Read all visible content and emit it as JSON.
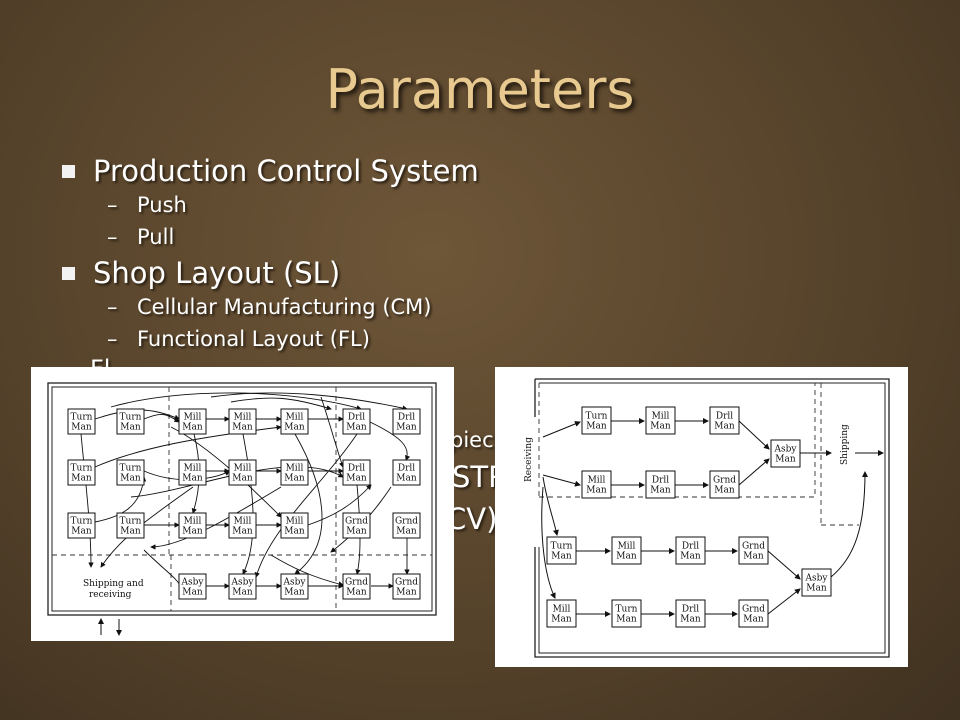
{
  "slide": {
    "title": "Parameters",
    "bullets": [
      {
        "label": "Production Control System",
        "subs": [
          "Push",
          "Pull"
        ]
      },
      {
        "label": "Shop Layout (SL)",
        "subs": [
          "Cellular Manufacturing (CM)",
          "Functional Layout (FL)"
        ]
      }
    ],
    "partial_text": [
      "Fl",
      "piec",
      "STR",
      "CV)"
    ]
  },
  "left_diagram": {
    "label_shipping_1": "Shipping and",
    "label_shipping_2": "receiving",
    "machines": [
      [
        "Turn",
        "Man"
      ],
      [
        "Turn",
        "Man"
      ],
      [
        "Mill",
        "Man"
      ],
      [
        "Mill",
        "Man"
      ],
      [
        "Mill",
        "Man"
      ],
      [
        "Drll",
        "Man"
      ],
      [
        "Drll",
        "Man"
      ],
      [
        "Turn",
        "Man"
      ],
      [
        "Turn",
        "Man"
      ],
      [
        "Mill",
        "Man"
      ],
      [
        "Mill",
        "Man"
      ],
      [
        "Mill",
        "Man"
      ],
      [
        "Drll",
        "Man"
      ],
      [
        "Drll",
        "Man"
      ],
      [
        "Turn",
        "Man"
      ],
      [
        "Turn",
        "Man"
      ],
      [
        "Mill",
        "Man"
      ],
      [
        "Mill",
        "Man"
      ],
      [
        "Mill",
        "Man"
      ],
      [
        "Grnd",
        "Man"
      ],
      [
        "Grnd",
        "Man"
      ],
      [
        "Asby",
        "Man"
      ],
      [
        "Asby",
        "Man"
      ],
      [
        "Asby",
        "Man"
      ],
      [
        "Grnd",
        "Man"
      ],
      [
        "Grnd",
        "Man"
      ]
    ]
  },
  "right_diagram": {
    "label_receiving": "Receiving",
    "label_shipping": "Shipping",
    "cell1": [
      [
        "Turn",
        "Man"
      ],
      [
        "Mill",
        "Man"
      ],
      [
        "Drll",
        "Man"
      ],
      [
        "Mill",
        "Man"
      ],
      [
        "Drll",
        "Man"
      ],
      [
        "Grnd",
        "Man"
      ],
      [
        "Asby",
        "Man"
      ]
    ],
    "cell2": [
      [
        "Turn",
        "Man"
      ],
      [
        "Mill",
        "Man"
      ],
      [
        "Drll",
        "Man"
      ],
      [
        "Grnd",
        "Man"
      ],
      [
        "Mill",
        "Man"
      ],
      [
        "Turn",
        "Man"
      ],
      [
        "Drll",
        "Man"
      ],
      [
        "Grnd",
        "Man"
      ],
      [
        "Asby",
        "Man"
      ]
    ]
  }
}
